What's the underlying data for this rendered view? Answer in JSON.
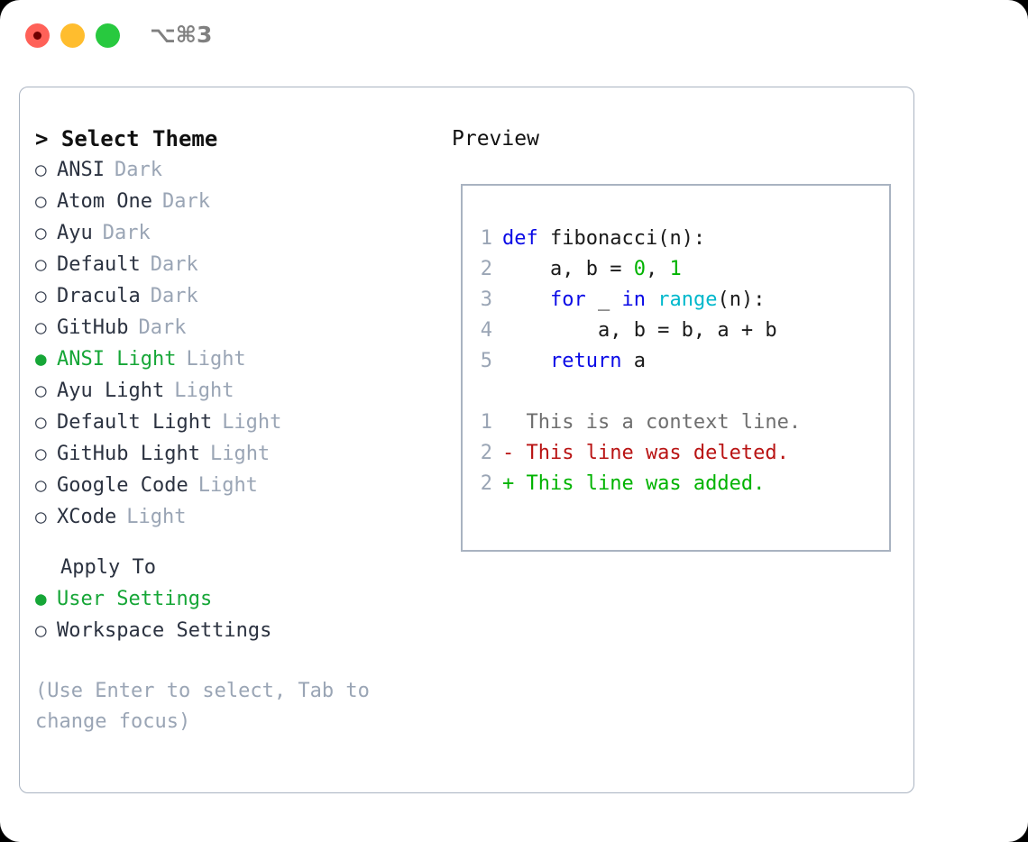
{
  "titlebar": {
    "shortcut": "⌥⌘3",
    "buttons": {
      "close": "close",
      "minimize": "minimize",
      "maximize": "maximize"
    }
  },
  "theme_panel": {
    "header": "> Select Theme",
    "items": [
      {
        "marker": "○",
        "name": "ANSI",
        "variant": "Dark",
        "selected": false
      },
      {
        "marker": "○",
        "name": "Atom One",
        "variant": "Dark",
        "selected": false
      },
      {
        "marker": "○",
        "name": "Ayu",
        "variant": "Dark",
        "selected": false
      },
      {
        "marker": "○",
        "name": "Default",
        "variant": "Dark",
        "selected": false
      },
      {
        "marker": "○",
        "name": "Dracula",
        "variant": "Dark",
        "selected": false
      },
      {
        "marker": "○",
        "name": "GitHub",
        "variant": "Dark",
        "selected": false
      },
      {
        "marker": "●",
        "name": "ANSI Light",
        "variant": "Light",
        "selected": true
      },
      {
        "marker": "○",
        "name": "Ayu Light",
        "variant": "Light",
        "selected": false
      },
      {
        "marker": "○",
        "name": "Default Light",
        "variant": "Light",
        "selected": false
      },
      {
        "marker": "○",
        "name": "GitHub Light",
        "variant": "Light",
        "selected": false
      },
      {
        "marker": "○",
        "name": "Google Code",
        "variant": "Light",
        "selected": false
      },
      {
        "marker": "○",
        "name": "XCode",
        "variant": "Light",
        "selected": false
      }
    ]
  },
  "apply_to": {
    "title": "Apply To",
    "options": [
      {
        "marker": "●",
        "label": "User Settings",
        "selected": true
      },
      {
        "marker": "○",
        "label": "Workspace Settings",
        "selected": false
      }
    ]
  },
  "hint": "(Use Enter to select, Tab to change focus)",
  "preview": {
    "title": "Preview",
    "code_lines": [
      {
        "no": "1",
        "tokens": [
          {
            "t": "def",
            "c": "kw"
          },
          {
            "t": " fibonacci(n):",
            "c": "pl"
          }
        ]
      },
      {
        "no": "2",
        "tokens": [
          {
            "t": "    a, b = ",
            "c": "pl"
          },
          {
            "t": "0",
            "c": "num"
          },
          {
            "t": ", ",
            "c": "pl"
          },
          {
            "t": "1",
            "c": "num"
          }
        ]
      },
      {
        "no": "3",
        "tokens": [
          {
            "t": "    ",
            "c": "pl"
          },
          {
            "t": "for",
            "c": "kw"
          },
          {
            "t": " _ ",
            "c": "pl"
          },
          {
            "t": "in",
            "c": "kw"
          },
          {
            "t": " ",
            "c": "pl"
          },
          {
            "t": "range",
            "c": "fn"
          },
          {
            "t": "(n):",
            "c": "pl"
          }
        ]
      },
      {
        "no": "4",
        "tokens": [
          {
            "t": "        a, b = b, a + b",
            "c": "pl"
          }
        ]
      },
      {
        "no": "5",
        "tokens": [
          {
            "t": "    ",
            "c": "pl"
          },
          {
            "t": "return",
            "c": "kw"
          },
          {
            "t": " a",
            "c": "pl"
          }
        ]
      }
    ],
    "diff_lines": [
      {
        "no": "1",
        "text": "  This is a context line.",
        "kind": "ctx"
      },
      {
        "no": "2",
        "text": "- This line was deleted.",
        "kind": "del"
      },
      {
        "no": "2",
        "text": "+ This line was added.",
        "kind": "add"
      }
    ]
  },
  "colors": {
    "accent_green": "#16a637",
    "muted": "#9aa5b5",
    "border": "#a9b3c1",
    "keyword": "#0a0ae6",
    "function": "#00b8cc",
    "number": "#00b300",
    "diff_add": "#00b300",
    "diff_del": "#b91414",
    "traffic_close": "#ff6158",
    "traffic_min": "#ffbd2e",
    "traffic_max": "#28c93f"
  }
}
